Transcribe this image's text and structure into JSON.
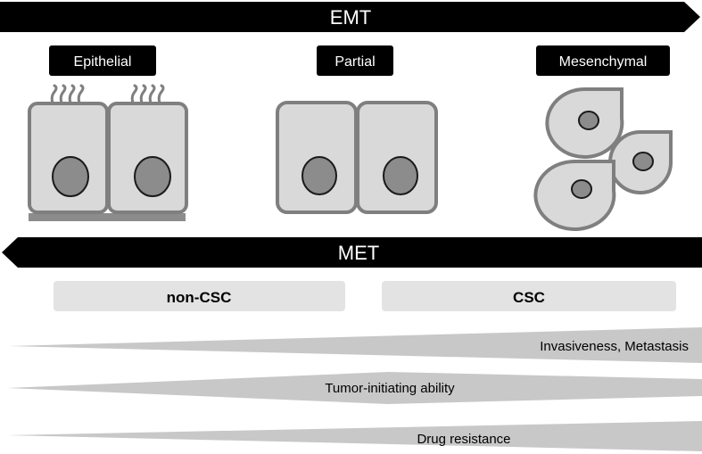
{
  "top_arrow": {
    "label": "EMT"
  },
  "bottom_arrow": {
    "label": "MET"
  },
  "stages": [
    {
      "label": "Epithelial"
    },
    {
      "label": "Partial"
    },
    {
      "label": "Mesenchymal"
    }
  ],
  "populations": [
    {
      "label": "non-CSC"
    },
    {
      "label": "CSC"
    }
  ],
  "gradients": [
    {
      "label": "Invasiveness, Metastasis"
    },
    {
      "label": "Tumor-initiating ability"
    },
    {
      "label": "Drug resistance"
    }
  ],
  "colors": {
    "arrow": "#000000",
    "cell_fill": "#d9d9d9",
    "cell_stroke": "#7f7f7f",
    "nucleus_fill": "#8c8c8c",
    "population_box": "#e3e3e3",
    "gradient_fill": "#c8c8c8"
  }
}
